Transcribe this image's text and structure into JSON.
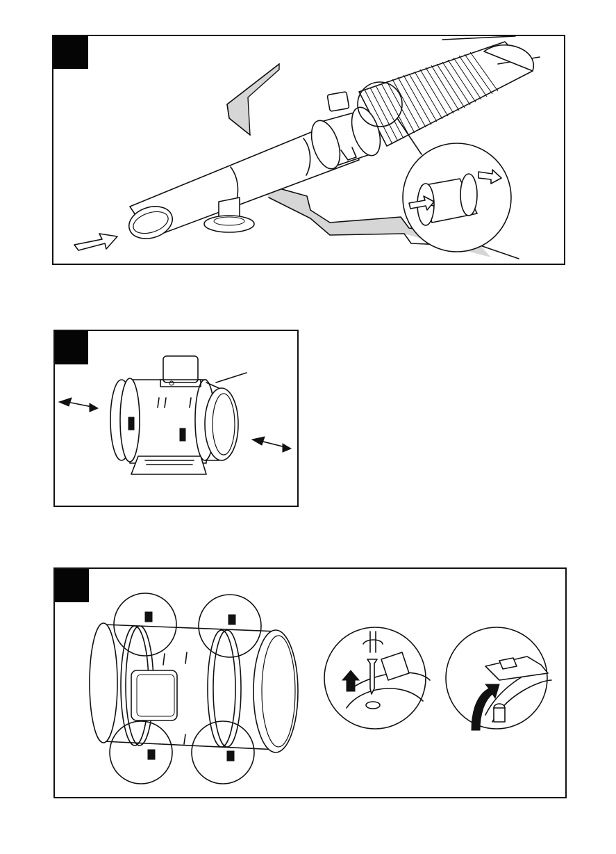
{
  "figures": [
    {
      "id": "fig1",
      "tag_text": ""
    },
    {
      "id": "fig2",
      "tag_text": ""
    },
    {
      "id": "fig3",
      "tag_text": ""
    }
  ],
  "colors": {
    "line": "#111111",
    "tag": "#050505",
    "floor_shade": "#d9d9d9",
    "background": "#ffffff"
  },
  "icons": [
    "airflow-arrow-icon",
    "screw-icon",
    "screwdriver-icon",
    "rotate-arrow-icon",
    "up-arrow-icon",
    "direction-arrow-icon"
  ]
}
